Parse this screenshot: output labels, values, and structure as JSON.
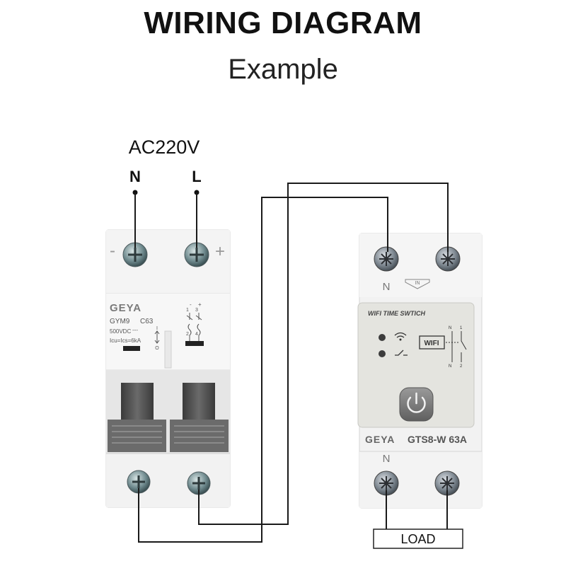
{
  "header": {
    "title": "WIRING DIAGRAM",
    "subtitle": "Example"
  },
  "supply": {
    "voltage": "AC220V",
    "neutral_label": "N",
    "line_label": "L"
  },
  "breaker": {
    "brand": "GEYA",
    "model": "GYM9",
    "rating": "C63",
    "voltage": "500VDC",
    "dc_symbol": "---",
    "breaking_capacity": "Icu=Ics=6kA",
    "minus_sign": "-",
    "plus_sign": "+",
    "switch_on": "I",
    "switch_off": "O",
    "terminal_1": "1",
    "terminal_2": "2",
    "terminal_3": "3",
    "terminal_4": "4"
  },
  "wifi_switch": {
    "panel_title": "WIFI TIME SWTICH",
    "wifi_badge": "WIFI",
    "brand": "GEYA",
    "model": "GTS8-W 63A",
    "input_neutral": "N",
    "input_arrow_label": "IN",
    "output_neutral": "N",
    "schematic_n_top": "N",
    "schematic_1": "1",
    "schematic_n_bottom": "N",
    "schematic_2": "2"
  },
  "load": {
    "label": "LOAD"
  },
  "colors": {
    "wire": "#1a1a1a",
    "device_body": "#f1f1f1",
    "panel_face": "#e3e3de",
    "toggle": "#555555",
    "power_button": "#7b7b7b"
  }
}
